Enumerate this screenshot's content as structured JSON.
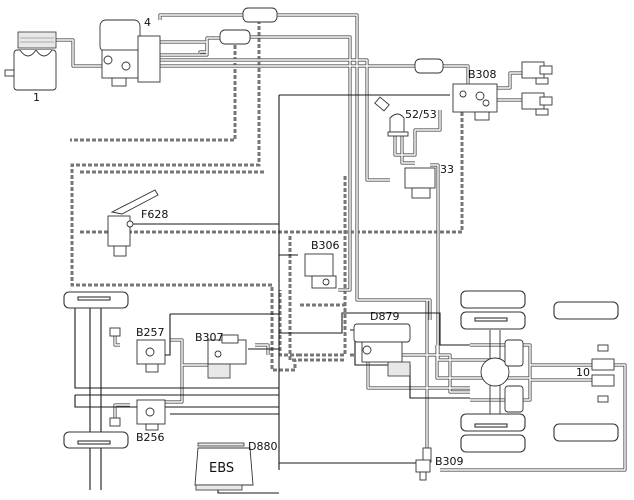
{
  "diagram": {
    "title": "Truck EBS brake system schematic",
    "labels": {
      "compressor": "1",
      "air_dryer": "4",
      "rear_modulator_trailer": "B308",
      "coupling_heads": "52/53",
      "trailer_control_valve": "33",
      "parking_brake_valve": "F628",
      "relay_valve_b306": "B306",
      "front_modulator_left": "B257",
      "front_modulator_right": "B256",
      "front_axle_modulator": "B307",
      "rear_axle_modulator": "D879",
      "ebs_unit_text": "EBS",
      "ebs_unit_id": "D880",
      "pressure_sensor": "B309",
      "spring_brake": "10"
    }
  }
}
